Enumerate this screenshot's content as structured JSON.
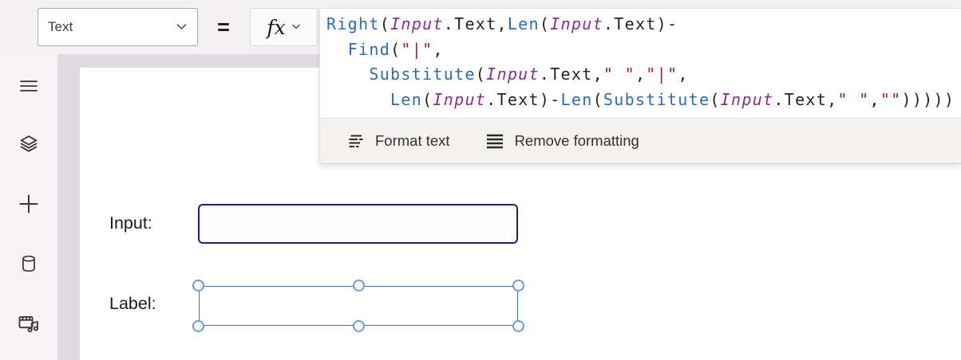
{
  "topbar": {
    "property_selector": {
      "value": "Text"
    },
    "equals": "=",
    "fx_button": {
      "label": "fx"
    }
  },
  "formula": {
    "lines": [
      [
        {
          "c": "fn",
          "t": "Right"
        },
        {
          "c": "pn",
          "t": "("
        },
        {
          "c": "id",
          "t": "Input"
        },
        {
          "c": "pn",
          "t": ".Text,"
        },
        {
          "c": "fn",
          "t": "Len"
        },
        {
          "c": "pn",
          "t": "("
        },
        {
          "c": "id",
          "t": "Input"
        },
        {
          "c": "pn",
          "t": ".Text)-"
        }
      ],
      [
        {
          "c": "pn",
          "t": "  "
        },
        {
          "c": "fn",
          "t": "Find"
        },
        {
          "c": "pn",
          "t": "("
        },
        {
          "c": "st",
          "t": "\"|\""
        },
        {
          "c": "pn",
          "t": ","
        }
      ],
      [
        {
          "c": "pn",
          "t": "    "
        },
        {
          "c": "fn",
          "t": "Substitute"
        },
        {
          "c": "pn",
          "t": "("
        },
        {
          "c": "id",
          "t": "Input"
        },
        {
          "c": "pn",
          "t": ".Text,"
        },
        {
          "c": "st",
          "t": "\" \""
        },
        {
          "c": "pn",
          "t": ","
        },
        {
          "c": "st",
          "t": "\"|\""
        },
        {
          "c": "pn",
          "t": ","
        }
      ],
      [
        {
          "c": "pn",
          "t": "      "
        },
        {
          "c": "fn",
          "t": "Len"
        },
        {
          "c": "pn",
          "t": "("
        },
        {
          "c": "id",
          "t": "Input"
        },
        {
          "c": "pn",
          "t": ".Text)-"
        },
        {
          "c": "fn",
          "t": "Len"
        },
        {
          "c": "pn",
          "t": "("
        },
        {
          "c": "fn",
          "t": "Substitute"
        },
        {
          "c": "pn",
          "t": "("
        },
        {
          "c": "id",
          "t": "Input"
        },
        {
          "c": "pn",
          "t": ".Text,"
        },
        {
          "c": "st",
          "t": "\" \""
        },
        {
          "c": "pn",
          "t": ","
        },
        {
          "c": "st",
          "t": "\"\""
        },
        {
          "c": "pn",
          "t": ")))))"
        }
      ]
    ],
    "toolbar": {
      "format_text": "Format text",
      "remove_formatting": "Remove formatting"
    }
  },
  "sidebar": {
    "items": [
      {
        "icon": "hamburger-menu-icon"
      },
      {
        "icon": "tree-view-layers-icon"
      },
      {
        "icon": "insert-plus-icon"
      },
      {
        "icon": "data-cylinder-icon"
      },
      {
        "icon": "media-icon"
      }
    ]
  },
  "canvas": {
    "input_label": "Input:",
    "label_label": "Label:",
    "input_value": ""
  },
  "colors": {
    "code-fn": "#2b6cb5",
    "code-id": "#8b2c92",
    "code-pn": "#242322",
    "code-st": "#a02026",
    "input-border": "#20207a",
    "selection-blue": "#3a72c4",
    "handle-blue": "#6b9bd8"
  }
}
